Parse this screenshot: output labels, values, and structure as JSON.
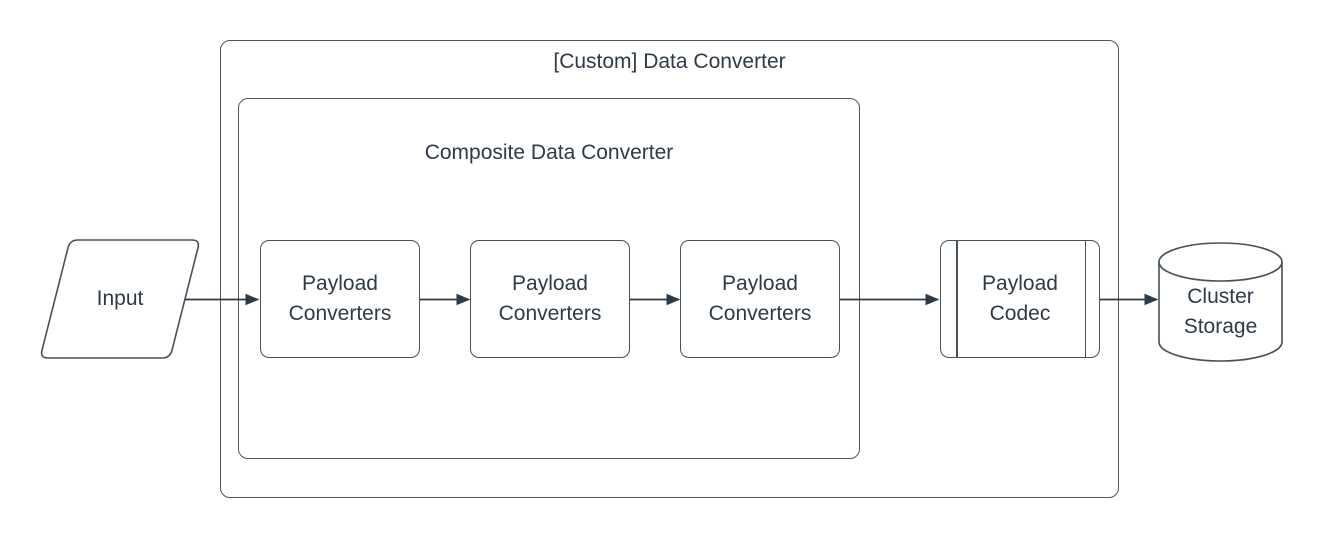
{
  "diagram": {
    "containers": {
      "outer": {
        "label": "[Custom] Data Converter"
      },
      "inner": {
        "label": "Composite Data Converter"
      }
    },
    "nodes": {
      "input": {
        "label": "Input",
        "shape": "parallelogram"
      },
      "converter1": {
        "label": "Payload\nConverters",
        "shape": "rounded-rectangle"
      },
      "converter2": {
        "label": "Payload\nConverters",
        "shape": "rounded-rectangle"
      },
      "converter3": {
        "label": "Payload\nConverters",
        "shape": "rounded-rectangle"
      },
      "codec": {
        "label": "Payload\nCodec",
        "shape": "predefined-process"
      },
      "storage": {
        "label": "Cluster\nStorage",
        "shape": "cylinder"
      }
    },
    "edges": [
      {
        "from": "input",
        "to": "converter1"
      },
      {
        "from": "converter1",
        "to": "converter2"
      },
      {
        "from": "converter2",
        "to": "converter3"
      },
      {
        "from": "converter3",
        "to": "codec"
      },
      {
        "from": "codec",
        "to": "storage"
      }
    ],
    "colors": {
      "background": "#ffffff",
      "shape_fill": "#ffffff",
      "shape_stroke": "#46515c",
      "container_stroke": "#4d5863",
      "arrow": "#2f3a47",
      "text": "#2f3a47"
    }
  }
}
